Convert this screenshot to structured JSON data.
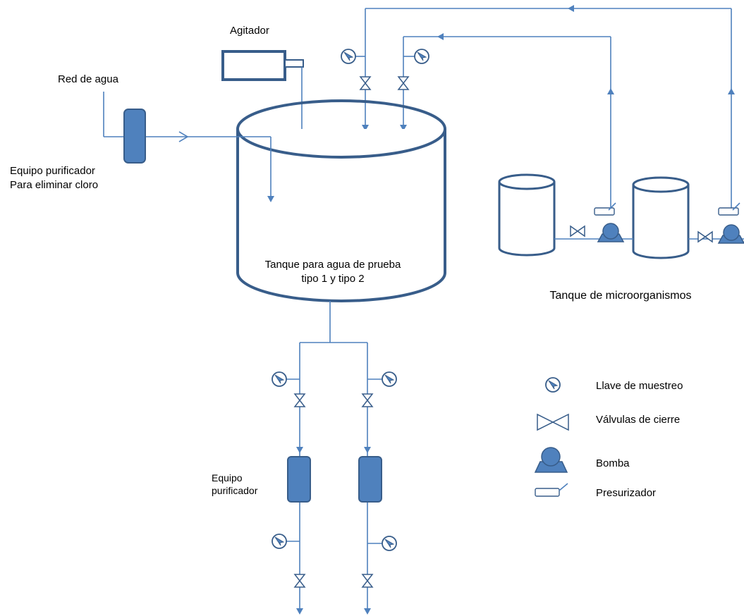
{
  "labels": {
    "agitator": "Agitador",
    "water_network": "Red de agua",
    "purifier_main_line1": "Equipo purificador",
    "purifier_main_line2": "Para eliminar  cloro",
    "test_tank_line1": "Tanque  para agua de prueba",
    "test_tank_line2": "tipo 1 y tipo 2",
    "microorganism_tanks": "Tanque de microorganismos",
    "purifier_lower_line1": "Equipo",
    "purifier_lower_line2": "purificador"
  },
  "legend": {
    "items": [
      {
        "symbol": "sampling-valve",
        "label": "Llave de muestreo"
      },
      {
        "symbol": "shutoff-valve",
        "label": "Válvulas  de cierre"
      },
      {
        "symbol": "pump",
        "label": "Bomba"
      },
      {
        "symbol": "pressurizer",
        "label": "Presurizador"
      }
    ]
  },
  "colors": {
    "line": "#4f81bd",
    "outline": "#385d8a",
    "fill": "#4f81bd"
  }
}
